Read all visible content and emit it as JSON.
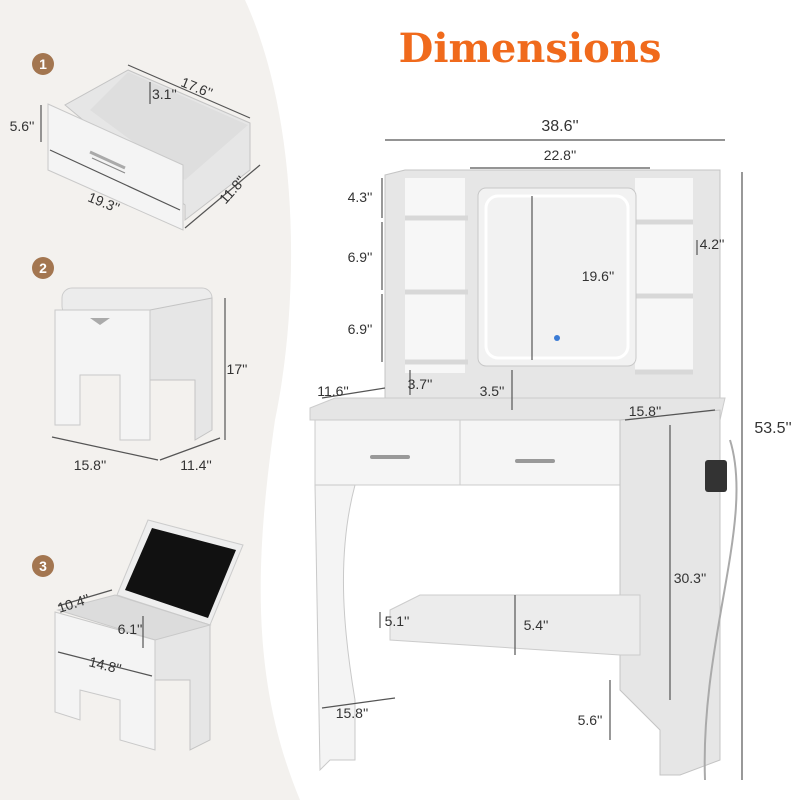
{
  "title": "Dimensions",
  "colors": {
    "title": "#f06a1c",
    "badge": "#a37650",
    "panel": "#f3f1ee"
  },
  "drawer": {
    "badge": "1",
    "length": "17.6''",
    "inner_depth": "3.1''",
    "height": "5.6''",
    "width": "19.3''",
    "depth": "11.8''"
  },
  "stool": {
    "badge": "2",
    "height": "17''",
    "width": "15.8''",
    "depth": "11.4''"
  },
  "storage": {
    "badge": "3",
    "depth": "10.4''",
    "inner_height": "6.1''",
    "width": "14.8''"
  },
  "vanity": {
    "total_width": "38.6''",
    "mirror_width": "22.8''",
    "shelf_top": "4.3''",
    "shelf_mid": "6.9''",
    "shelf_low": "6.9''",
    "mirror_height": "19.6''",
    "side_shelf": "4.2''",
    "desk_side": "11.6''",
    "cubby_height": "3.7''",
    "cubby_inner": "3.5''",
    "desk_depth": "15.8''",
    "total_height": "53.5''",
    "leg_height": "30.3''",
    "bottom_shelf_side": "5.1''",
    "bottom_shelf_gap": "5.4''",
    "base_depth": "15.8''",
    "floor_clearance": "5.6''"
  }
}
